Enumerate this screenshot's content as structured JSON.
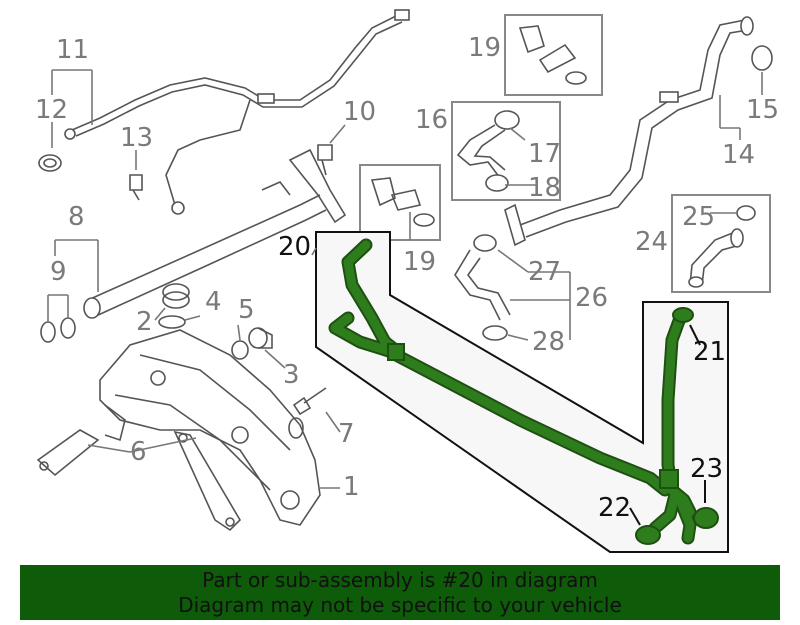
{
  "callouts": {
    "c1": "1",
    "c2": "2",
    "c3": "3",
    "c4": "4",
    "c5": "5",
    "c6": "6",
    "c7": "7",
    "c8": "8",
    "c9": "9",
    "c10": "10",
    "c11": "11",
    "c12": "12",
    "c13": "13",
    "c14": "14",
    "c15": "15",
    "c16": "16",
    "c17": "17",
    "c18": "18",
    "c19a": "19",
    "c19b": "19",
    "c20": "20",
    "c21": "21",
    "c22": "22",
    "c23": "23",
    "c24": "24",
    "c25": "25",
    "c26": "26",
    "c27": "27",
    "c28": "28"
  },
  "banner": {
    "line1": "Part or sub-assembly is #20 in diagram",
    "line2": "Diagram may not be specific to your vehicle",
    "background": "#0e5b0a"
  },
  "highlight": {
    "part_number": "20",
    "color": "#1f4f12"
  }
}
